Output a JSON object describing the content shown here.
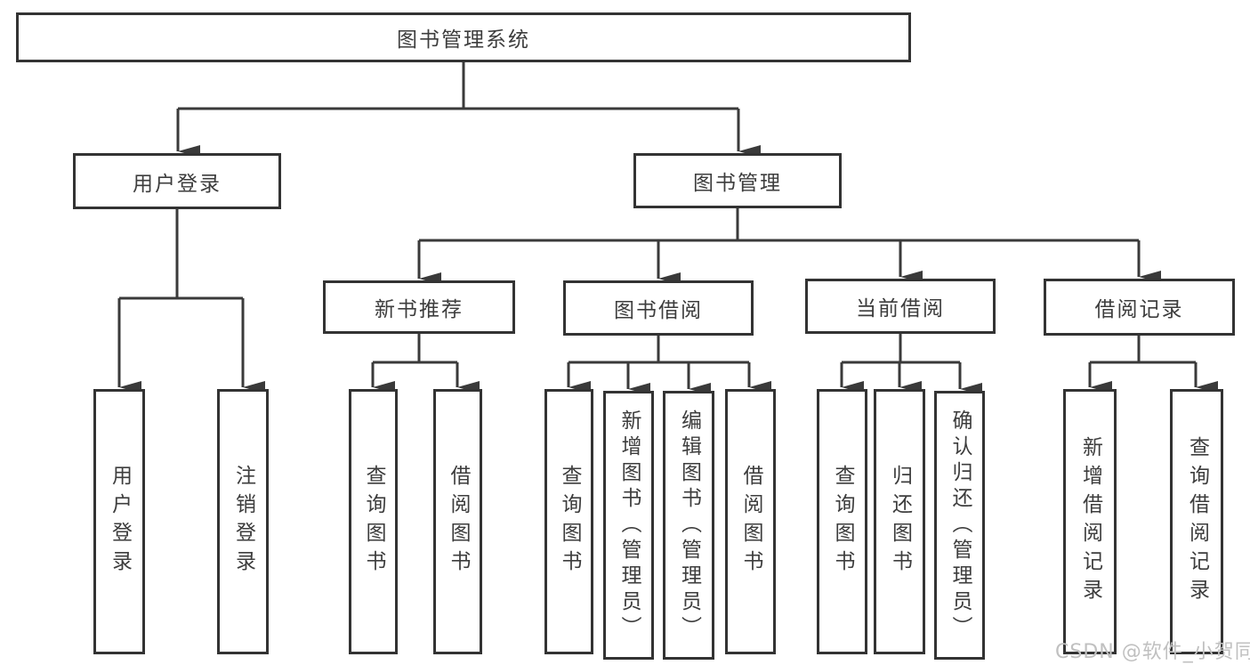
{
  "diagram": {
    "type": "hierarchy-diagram",
    "title": "图书管理系统",
    "watermark": "CSDN @软件_小贺同学",
    "colors": {
      "line": "#3a3a3a",
      "box_border": "#333333",
      "text": "#3d3d3d",
      "background": "#ffffff",
      "watermark": "#c0c0c0"
    },
    "nodes": {
      "root": {
        "label": "图书管理系统"
      },
      "user_login": {
        "label": "用户登录"
      },
      "book_management": {
        "label": "图书管理"
      },
      "user_login_leaf": {
        "label": "用户登录"
      },
      "logout_leaf": {
        "label": "注销登录"
      },
      "new_book_recommend": {
        "label": "新书推荐"
      },
      "book_borrowing": {
        "label": "图书借阅"
      },
      "current_borrowing": {
        "label": "当前借阅"
      },
      "borrowing_records": {
        "label": "借阅记录"
      },
      "nbr_query_books": {
        "label": "查询图书"
      },
      "nbr_borrow_books": {
        "label": "借阅图书"
      },
      "bb_query_books": {
        "label": "查询图书"
      },
      "bb_add_books": {
        "label": "新增图书（管理员）"
      },
      "bb_edit_books": {
        "label": "编辑图书（管理员）"
      },
      "bb_borrow_books": {
        "label": "借阅图书"
      },
      "cb_query_books": {
        "label": "查询图书"
      },
      "cb_return_books": {
        "label": "归还图书"
      },
      "cb_confirm_return": {
        "label": "确认归还（管理员）"
      },
      "br_add_record": {
        "label": "新增借阅记录"
      },
      "br_query_record": {
        "label": "查询借阅记录"
      }
    },
    "structure": {
      "root_children": [
        "user_login",
        "book_management"
      ],
      "user_login_children": [
        "user_login_leaf",
        "logout_leaf"
      ],
      "book_management_children": [
        "new_book_recommend",
        "book_borrowing",
        "current_borrowing",
        "borrowing_records"
      ],
      "new_book_recommend_children": [
        "nbr_query_books",
        "nbr_borrow_books"
      ],
      "book_borrowing_children": [
        "bb_query_books",
        "bb_add_books",
        "bb_edit_books",
        "bb_borrow_books"
      ],
      "current_borrowing_children": [
        "cb_query_books",
        "cb_return_books",
        "cb_confirm_return"
      ],
      "borrowing_records_children": [
        "br_add_record",
        "br_query_record"
      ]
    }
  }
}
